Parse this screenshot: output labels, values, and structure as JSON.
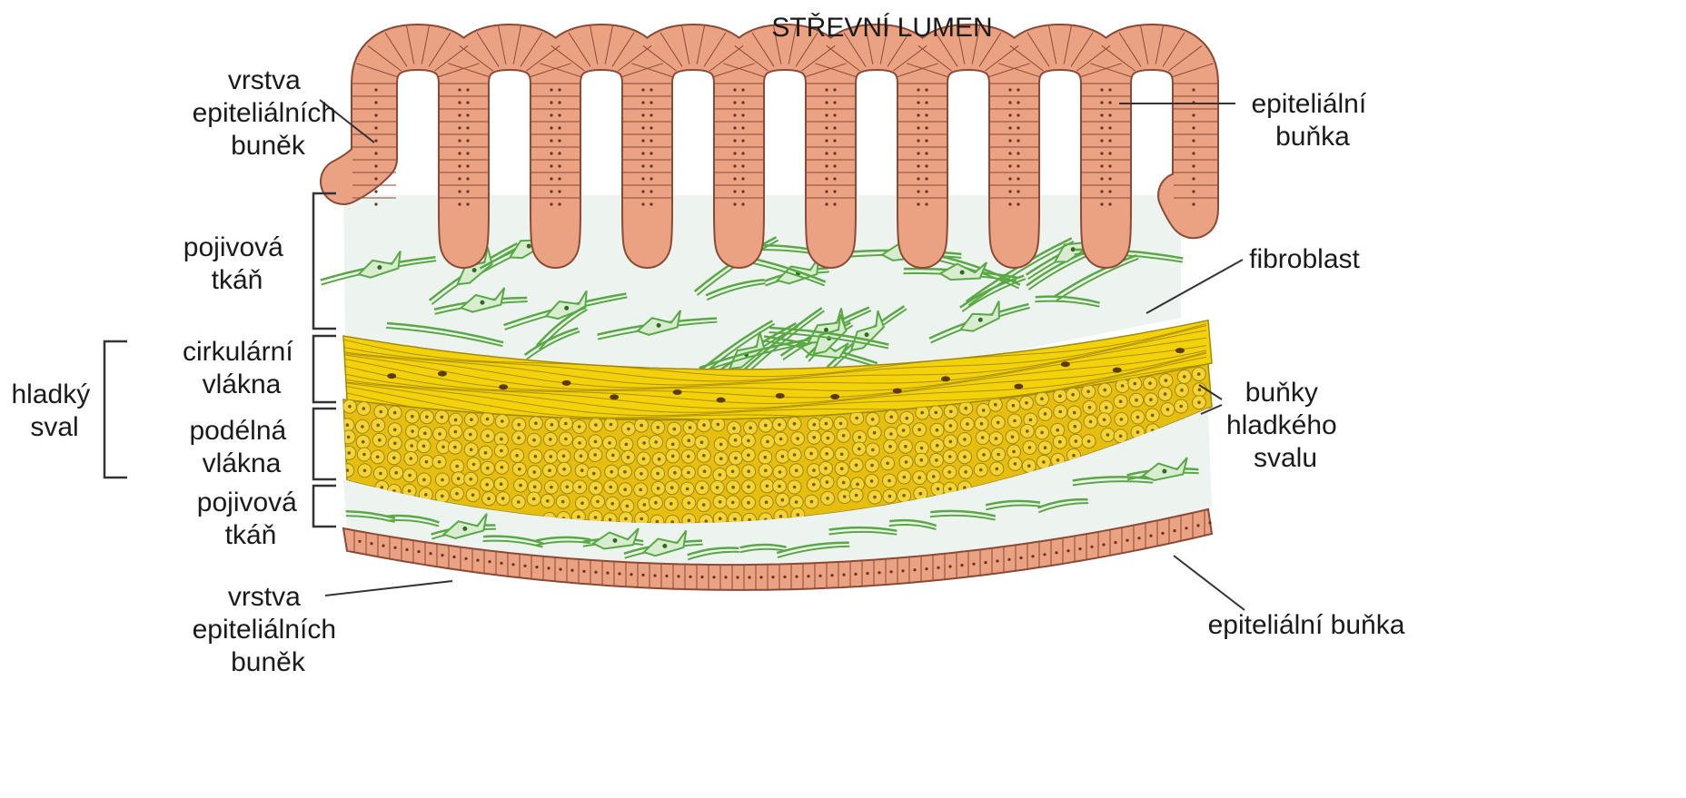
{
  "colors": {
    "epithelium_fill": "#eaa283",
    "epithelium_stroke": "#8a4a36",
    "muscle_circular": "#f4d20a",
    "muscle_longitudinal": "#e6be10",
    "connective_bg": "#eef4ee",
    "fibroblast": "#5aa845",
    "leader": "#333333"
  },
  "labels": {
    "lumen": "STŘEVNÍ LUMEN",
    "top_left_epi": [
      "vrstva",
      "epiteliálních",
      "buněk"
    ],
    "top_right_epi": [
      "epiteliální",
      "buňka"
    ],
    "connective_top": [
      "pojivová",
      "tkáň"
    ],
    "fibroblast": "fibroblast",
    "smooth_muscle": [
      "hladký",
      "sval"
    ],
    "circular": [
      "cirkulární",
      "vlákna"
    ],
    "longitudinal": [
      "podélná",
      "vlákna"
    ],
    "muscle_cells": [
      "buňky",
      "hladkého",
      "svalu"
    ],
    "connective_bottom": [
      "pojivová",
      "tkáň"
    ],
    "bottom_left_epi": [
      "vrstva",
      "epiteliálních",
      "buněk"
    ],
    "bottom_right_epi": "epiteliální buňka"
  }
}
